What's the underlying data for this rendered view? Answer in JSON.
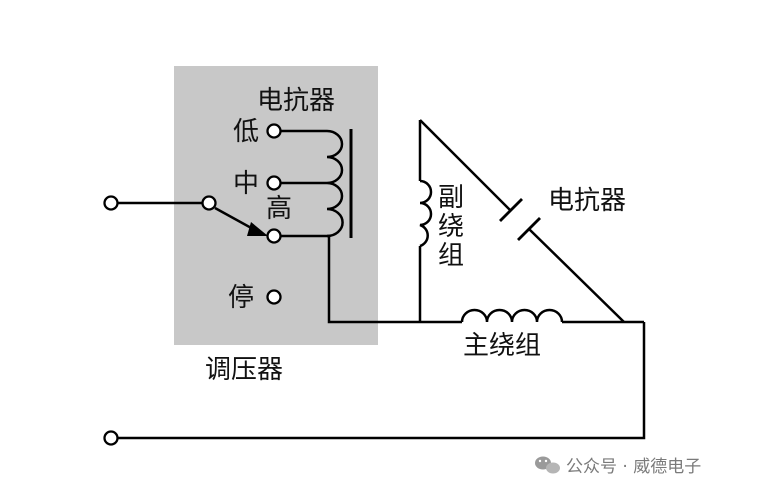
{
  "regulator": {
    "box_fill": "#c8c8c8",
    "reactor_label": "电抗器",
    "tap_low": "低",
    "tap_mid": "中",
    "tap_high": "高",
    "tap_stop": "停",
    "name": "调压器"
  },
  "motor": {
    "aux_winding_label": "副绕组",
    "main_winding_label": "主绕组",
    "capacitor_label": "电抗器"
  },
  "watermark": {
    "icon": "wechat-icon",
    "text": "公众号 · 威德电子"
  },
  "colors": {
    "line": "#000000",
    "text": "#111111",
    "watermark": "#7a7a7a"
  }
}
